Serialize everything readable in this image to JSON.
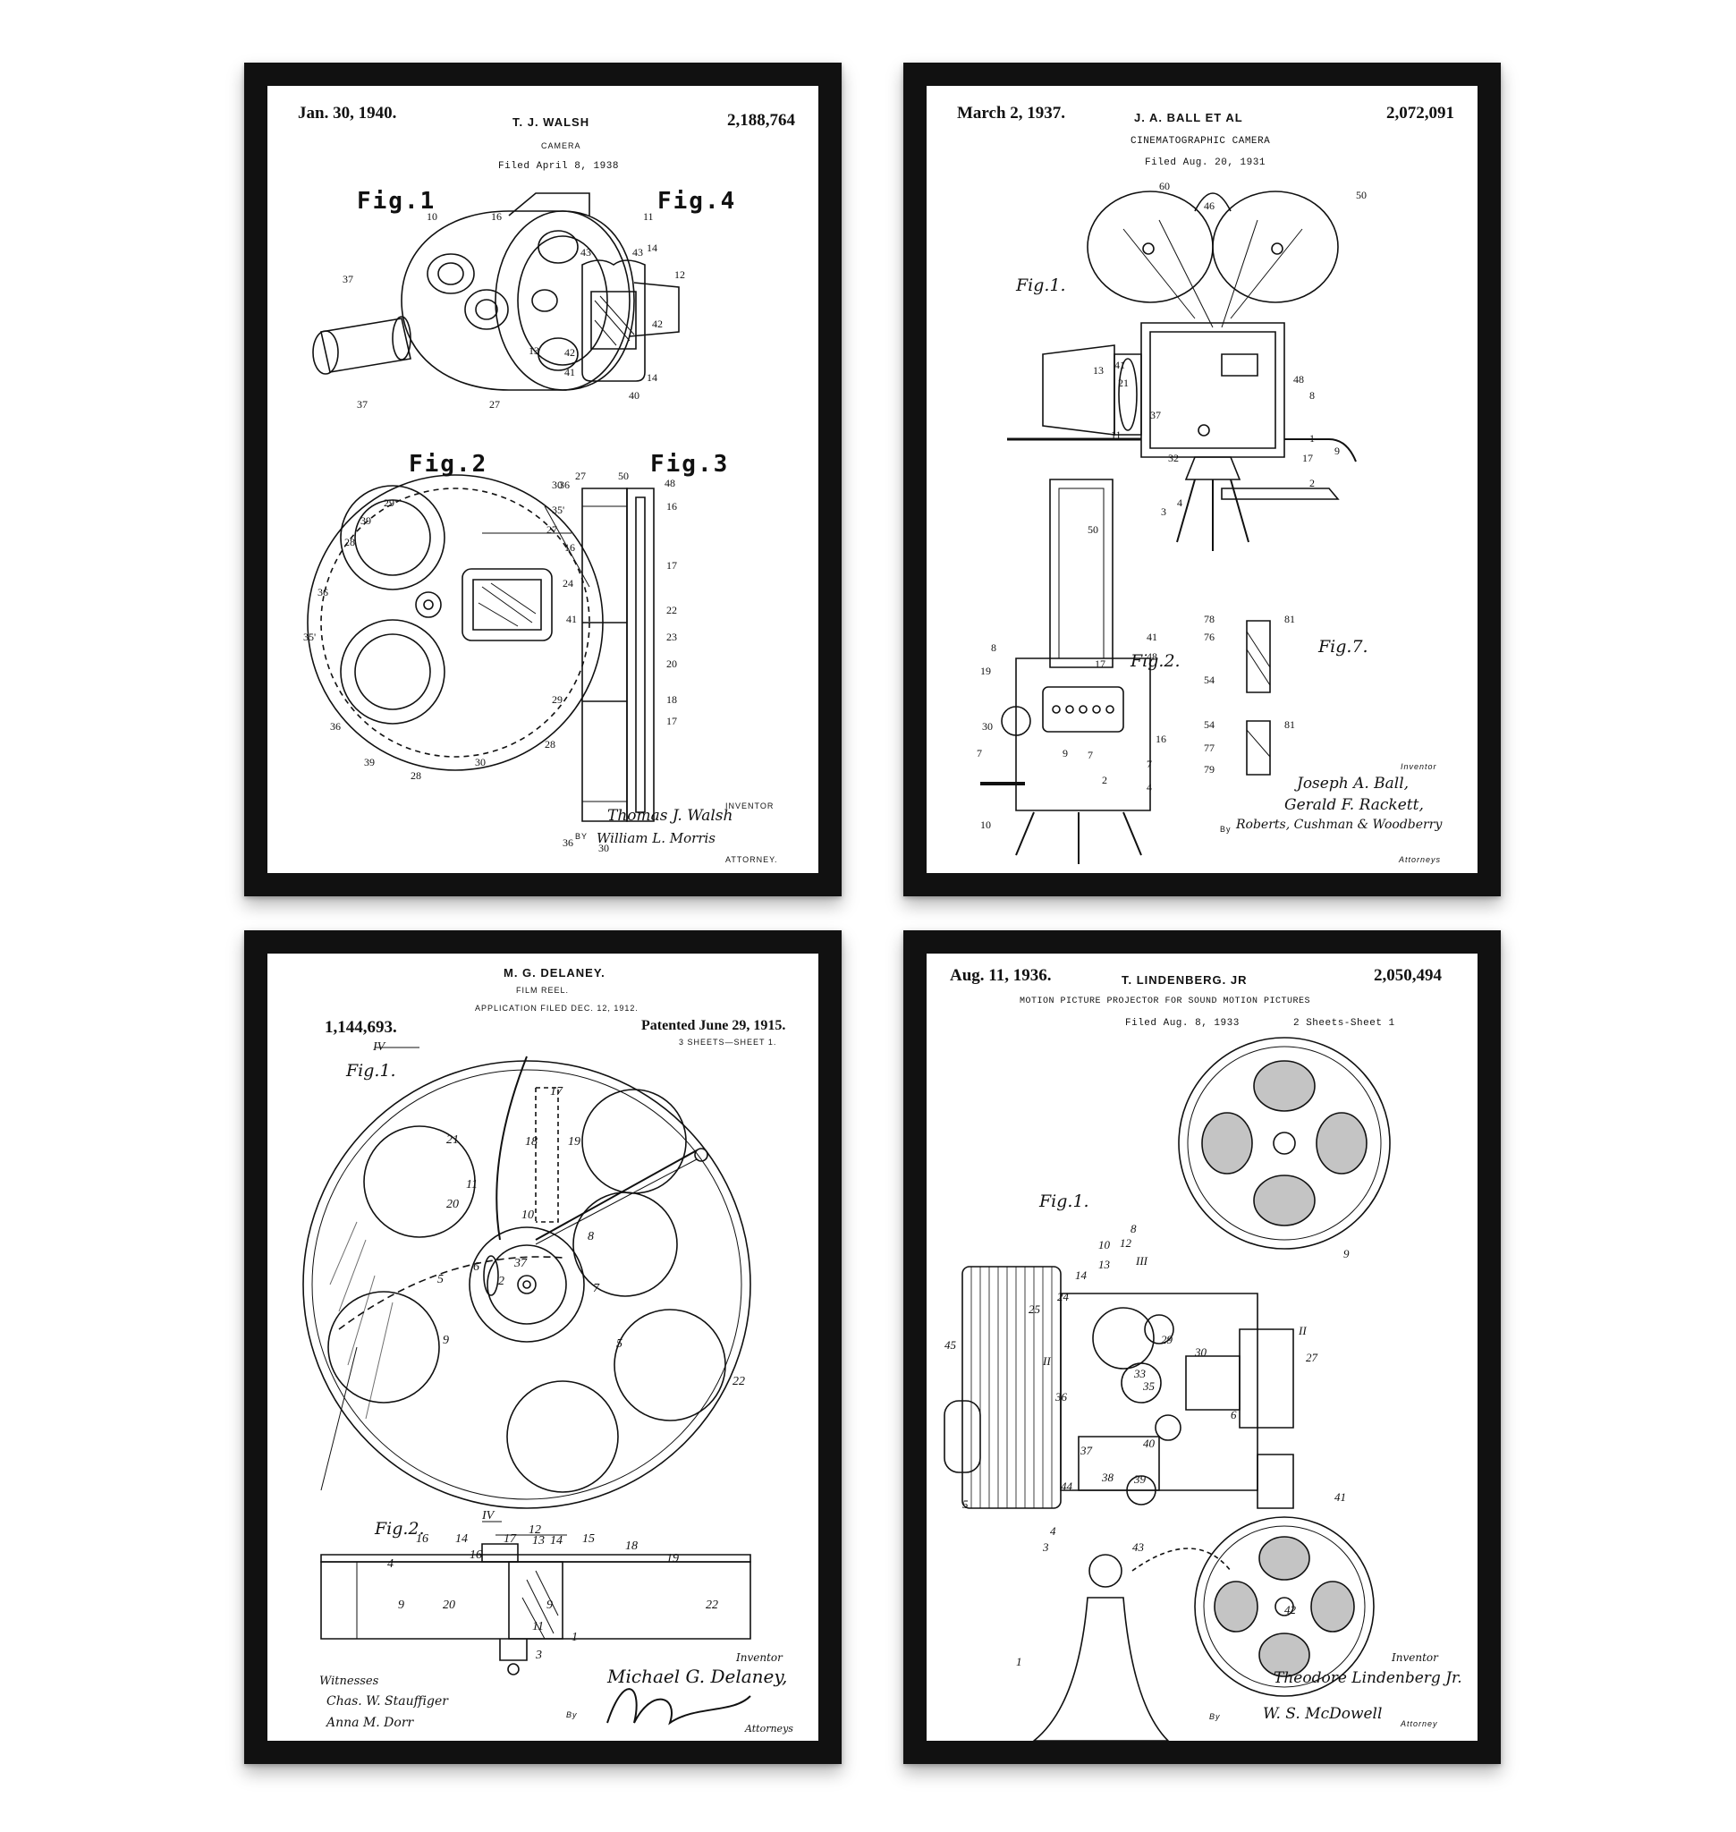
{
  "posters": [
    {
      "date": "Jan. 30, 1940.",
      "inventor": "T. J. WALSH",
      "title": "CAMERA",
      "filed": "Filed April 8, 1938",
      "number": "2,188,764",
      "figs": [
        "Fig.1",
        "Fig.4",
        "Fig.2",
        "Fig.3"
      ],
      "inventor_label": "INVENTOR",
      "signature": "Thomas J. Walsh",
      "by": "BY",
      "attorney_signature": "William L. Morris",
      "attorney_label": "ATTORNEY."
    },
    {
      "date": "March 2, 1937.",
      "inventor": "J. A. BALL ET AL",
      "title": "CINEMATOGRAPHIC CAMERA",
      "filed": "Filed Aug. 20, 1931",
      "number": "2,072,091",
      "figs": [
        "Fig.1.",
        "Fig.2.",
        "Fig.7."
      ],
      "inventor_label": "Inventor",
      "signature1": "Joseph A. Ball,",
      "signature2": "Gerald F. Rackett,",
      "by": "By",
      "attorney_signature": "Roberts, Cushman & Woodberry",
      "attorney_label": "Attorneys"
    },
    {
      "inventor": "M. G. DELANEY.",
      "title": "FILM REEL.",
      "filed": "APPLICATION FILED DEC. 12, 1912.",
      "number": "1,144,693.",
      "patented": "Patented June 29, 1915.",
      "sheets": "3 SHEETS—SHEET 1.",
      "figs": [
        "Fig.1.",
        "Fig.2."
      ],
      "inventor_label": "Inventor",
      "signature": "Michael G. Delaney,",
      "witnesses_label": "Witnesses",
      "witness1": "Chas. W. Stauffiger",
      "witness2": "Anna M. Dorr",
      "by": "By",
      "attorney_label": "Attorneys"
    },
    {
      "date": "Aug. 11, 1936.",
      "inventor": "T. LINDENBERG. JR",
      "title": "MOTION PICTURE PROJECTOR FOR SOUND MOTION PICTURES",
      "filed": "Filed Aug. 8, 1933",
      "sheets": "2 Sheets-Sheet 1",
      "number": "2,050,494",
      "figs": [
        "Fig.1."
      ],
      "inventor_label": "Inventor",
      "signature": "Theodore Lindenberg Jr.",
      "by": "By",
      "attorney_signature": "W. S. McDowell",
      "attorney_label": "Attorney"
    }
  ]
}
